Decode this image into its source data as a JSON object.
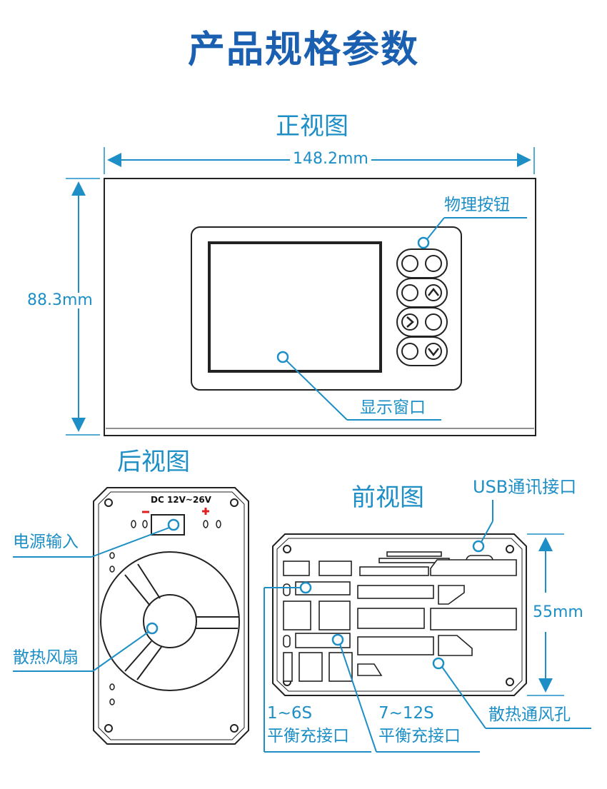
{
  "page": {
    "title": "产品规格参数"
  },
  "front_view": {
    "label": "正视图",
    "width_dim": "148.2mm",
    "height_dim": "88.3mm",
    "callouts": {
      "buttons": "物理按钮",
      "display": "显示窗口"
    }
  },
  "rear_view": {
    "label": "后视图",
    "power_rating": "DC 12V~26V",
    "polarity_minus": "−",
    "polarity_plus": "+",
    "callouts": {
      "power_input": "电源输入",
      "fan": "散热风扇"
    }
  },
  "side_view": {
    "label": "前视图",
    "height_dim": "55mm",
    "callouts": {
      "usb": "USB通讯接口",
      "vents": "散热通风孔",
      "balance_1_6_line1": "1~6S",
      "balance_1_6_line2": "平衡充接口",
      "balance_7_12_line1": "7~12S",
      "balance_7_12_line2": "平衡充接口"
    }
  },
  "colors": {
    "accent": "#1d8fc6",
    "title": "#1a5fb0",
    "outline": "#222222"
  }
}
